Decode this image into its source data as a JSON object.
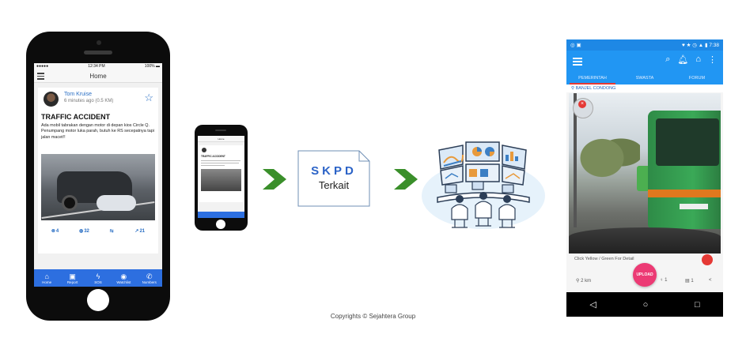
{
  "big_phone": {
    "status_left": "●●●●● ",
    "status_time": "12:34 PM",
    "status_right": "100% ▬",
    "nav_title": "Home",
    "post": {
      "user": "Tom Kruise",
      "meta": "6 minutes ago (0.5 KM)",
      "title": "TRAFFIC ACCIDENT",
      "body": "Ada mobil tabrakan dengan motor di depan kios Circle Q. Penumpang motor luka parah, butuh ke RS secepatnya tapi jalan macet!!",
      "actions": [
        {
          "icon": "⊗",
          "count": "4"
        },
        {
          "icon": "◍",
          "count": "32"
        },
        {
          "icon": "⇆",
          "count": ""
        },
        {
          "icon": "↗",
          "count": "21"
        }
      ]
    },
    "tabs": [
      {
        "icon": "⌂",
        "label": "Home"
      },
      {
        "icon": "▣",
        "label": "Report"
      },
      {
        "icon": "ϟ",
        "label": "SOS"
      },
      {
        "icon": "◉",
        "label": "Watchlist"
      },
      {
        "icon": "✆",
        "label": "Numbers"
      }
    ]
  },
  "small_phone": {
    "header": "Home",
    "title": "TRAFFIC ACCIDENT"
  },
  "skpd": {
    "line1": "SKPD",
    "line2": "Terkait"
  },
  "android": {
    "status_left": "◎ ▣",
    "status_right": "♥ ★ ◷ ▲ ▮ 7:38",
    "tabs": [
      "PEMERINTAH",
      "SWASTA",
      "FORUM"
    ],
    "location": "BANJEL CONDONG",
    "caption": "Click Yellow / Green For Detail",
    "upload": "UPLOAD",
    "distance": "2 km",
    "count1": "1",
    "count2": "1",
    "nav": [
      "◁",
      "○",
      "□"
    ]
  },
  "copyright": "Copyrights © Sejahtera Group",
  "colors": {
    "ios_blue": "#2d6fe0",
    "android_blue": "#2196f3",
    "arrow_green": "#3a8f2a",
    "skpd_blue": "#2b63c7",
    "upload_pink": "#ec3a74"
  }
}
